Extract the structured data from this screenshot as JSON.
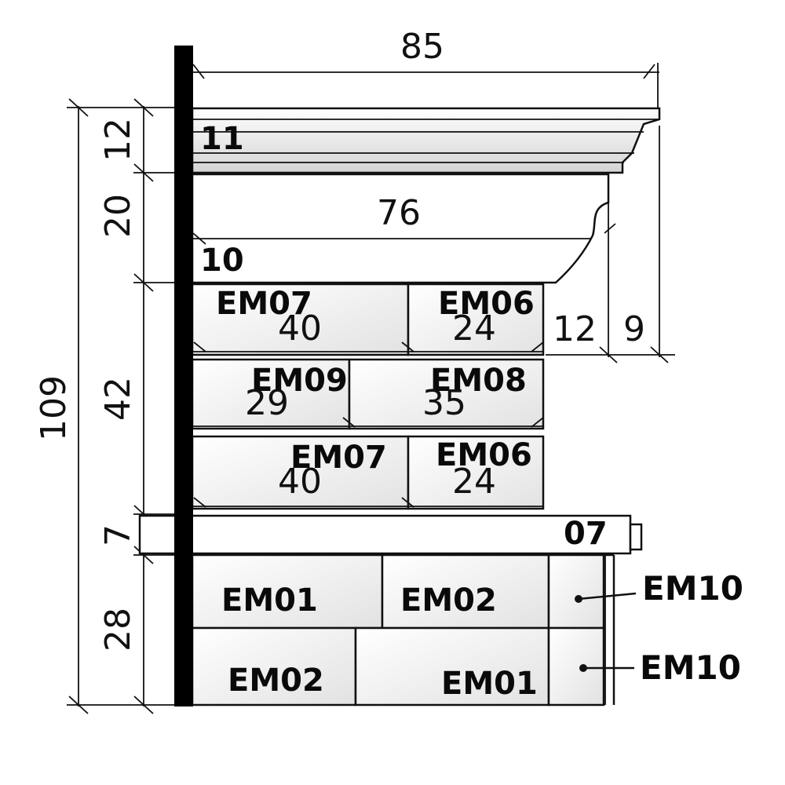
{
  "dimensions": {
    "overall_width": "85",
    "cornice_width": "76",
    "total_height": "109",
    "cornice_height": "12",
    "frieze_height": "20",
    "wall_height": "42",
    "plinth_height": "7",
    "base_height": "28",
    "setback_a": "12",
    "setback_b": "9"
  },
  "courses": {
    "row1": {
      "left_label": "EM07",
      "left_width": "40",
      "right_label": "EM06",
      "right_width": "24"
    },
    "row2": {
      "left_label": "EM09",
      "left_width": "29",
      "right_label": "EM08",
      "right_width": "35"
    },
    "row3": {
      "left_label": "EM07",
      "left_width": "40",
      "right_label": "EM06",
      "right_width": "24"
    }
  },
  "elements": {
    "cornice": "11",
    "frieze": "10",
    "plinth": "07"
  },
  "base": {
    "top_left": "EM01",
    "top_right": "EM02",
    "bottom_left": "EM02",
    "bottom_right": "EM01",
    "callout_top": "EM10",
    "callout_bottom": "EM10"
  },
  "colors": {
    "ink": "#111111",
    "wall": "#000000",
    "block_fill": "#f4f4f4"
  }
}
